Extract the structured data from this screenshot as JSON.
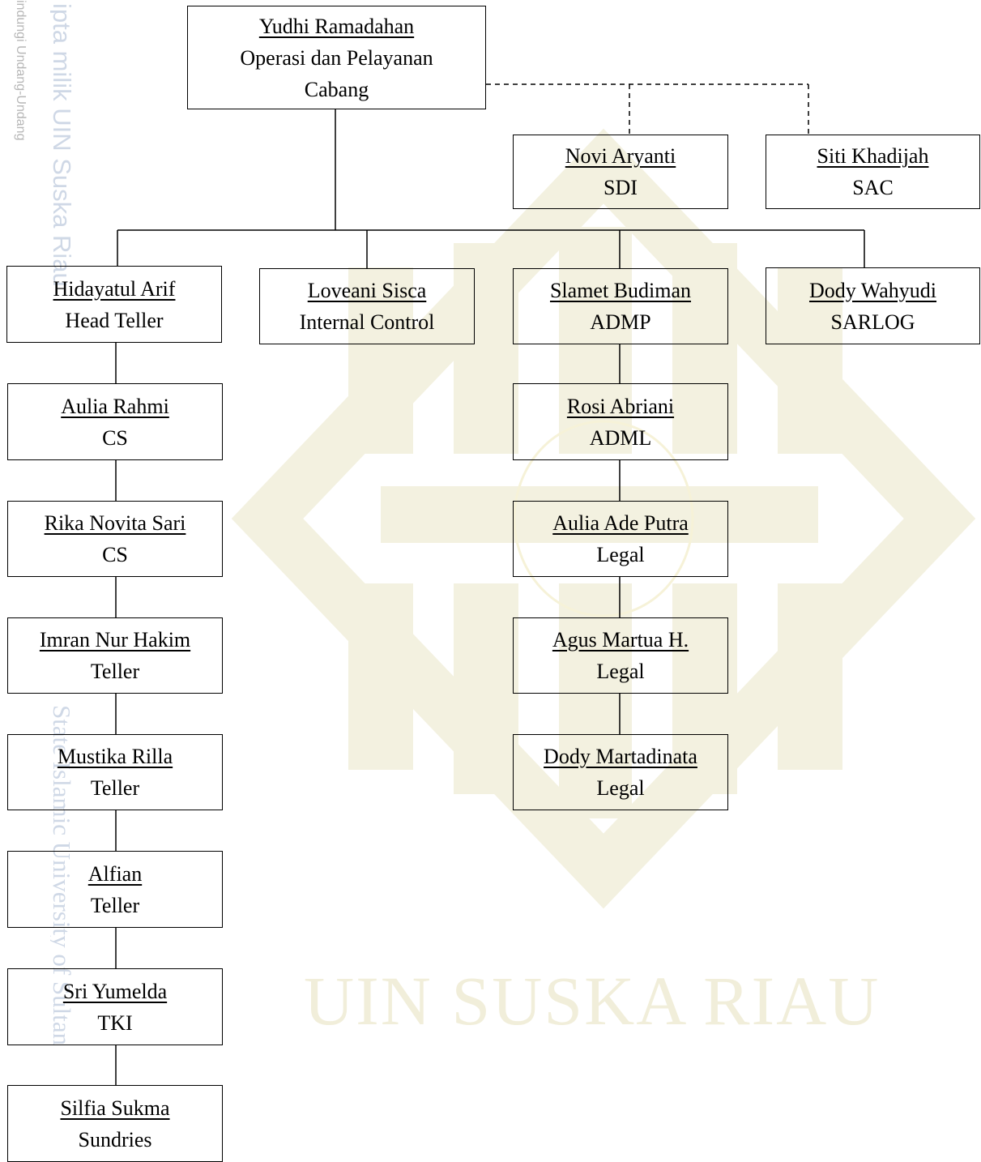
{
  "watermark": {
    "text": "UIN SUSKA RIAU",
    "side_text_1": "indungi Undang-Undang",
    "side_text_2": "ipta milik UIN Suska Riau",
    "side_text_3": "State Islamic University of Sultan"
  },
  "org": {
    "head": {
      "name": "Yudhi Ramadahan",
      "role_line1": "Operasi dan Pelayanan",
      "role_line2": "Cabang"
    },
    "staff": {
      "novi": {
        "name": "Novi Aryanti",
        "role": "SDI"
      },
      "siti": {
        "name": "Siti Khadijah",
        "role": "SAC"
      }
    },
    "level2": {
      "hidayatul": {
        "name": "Hidayatul Arif",
        "role": "Head Teller"
      },
      "loveani": {
        "name": "Loveani Sisca",
        "role": "Internal Control"
      },
      "slamet": {
        "name": "Slamet Budiman",
        "role": "ADMP"
      },
      "dody_w": {
        "name": "Dody Wahyudi",
        "role": "SARLOG"
      }
    },
    "teller_chain": [
      {
        "name": "Aulia Rahmi",
        "role": "CS"
      },
      {
        "name": "Rika Novita Sari",
        "role": "CS"
      },
      {
        "name": "Imran Nur Hakim",
        "role": "Teller"
      },
      {
        "name": "Mustika Rilla",
        "role": "Teller"
      },
      {
        "name": "Alfian",
        "role": "Teller"
      },
      {
        "name": "Sri Yumelda",
        "role": "TKI"
      },
      {
        "name": "Silfia Sukma",
        "role": "Sundries"
      }
    ],
    "admp_chain": [
      {
        "name": "Rosi Abriani",
        "role": "ADML"
      },
      {
        "name": "Aulia Ade Putra",
        "role": "Legal"
      },
      {
        "name": "Agus Martua H.",
        "role": "Legal"
      },
      {
        "name": "Dody Martadinata",
        "role": "Legal"
      }
    ]
  }
}
